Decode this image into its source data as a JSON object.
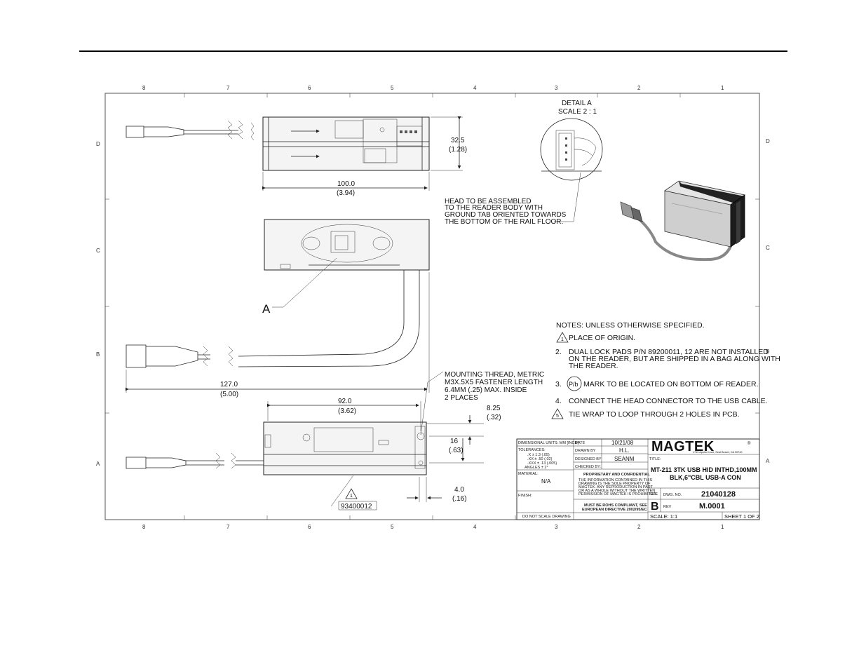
{
  "zones": {
    "columns": [
      "8",
      "7",
      "6",
      "5",
      "4",
      "3",
      "2",
      "1"
    ],
    "rows": [
      "D",
      "C",
      "B",
      "A"
    ]
  },
  "detail": {
    "title": "DETAIL A",
    "scale": "SCALE 2 : 1"
  },
  "dims": {
    "height": "32.5",
    "height_in": "(1.28)",
    "length": "100.0",
    "length_in": "(3.94)",
    "cable": "127.0",
    "cable_in": "(5.00)",
    "spacing": "92.0",
    "spacing_in": "(3.62)",
    "edge": "8.25",
    "edge_in": "(.32)",
    "hole": "16",
    "hole_in": "(.63)",
    "thick": "4.0",
    "thick_in": "(.16)"
  },
  "callouts": {
    "head": [
      "HEAD TO BE ASSEMBLED",
      "TO THE READER BODY WITH",
      "GROUND TAB ORIENTED TOWARDS",
      "THE BOTTOM OF THE RAIL FLOOR."
    ],
    "mounting": [
      "MOUNTING THREAD, METRIC",
      "M3X.5X5 FASTENER LENGTH",
      "6.4MM (.25) MAX. INSIDE",
      "2 PLACES"
    ],
    "detail_letter": "A",
    "part_number": "93400012",
    "origin_flag": "1"
  },
  "notes": {
    "header": "NOTES: UNLESS OTHERWISE SPECIFIED.",
    "n1_flag": "1",
    "n1": "PLACE OF ORIGIN.",
    "n2_num": "2.",
    "n2": [
      "DUAL LOCK PADS P/N 89200011, 12 ARE NOT INSTALLED",
      "ON THE READER, BUT ARE SHIPPED IN A BAG ALONG WITH",
      "THE READER."
    ],
    "n3_num": "3.",
    "n3_mark": "P/b",
    "n3": "MARK TO BE LOCATED ON BOTTOM OF READER.",
    "n4_num": "4.",
    "n4": "CONNECT THE HEAD CONNECTOR TO THE USB CABLE.",
    "n5_flag": "5",
    "n5": "TIE WRAP TO LOOP THROUGH 2 HOLES IN PCB."
  },
  "title_block": {
    "dimensional_units": "DIMENSIONAL UNITS: MM [INCH]",
    "tolerances": "TOLERANCES:",
    "tol_x": ".X    ± 1.3 (.05)",
    "tol_xx": ".XX  ± .50 (.02)",
    "tol_xxx": ".XXX ± .13 (.005)",
    "angles": "ANGLES ± 2°",
    "material_label": "MATERIAL:",
    "material": "N/A",
    "finish_label": "FINISH:",
    "do_not_scale": "DO NOT SCALE DRAWING",
    "date_label": "DATE",
    "date": "10/21/08",
    "drawn_label": "DRAWN BY",
    "drawn": "H.L.",
    "designed_label": "DESIGNED BY",
    "designed": "SEANM",
    "checked_label": "CHECKED BY:",
    "proprietary": "PROPRIETARY AND CONFIDENTIAL",
    "prop_text": [
      "THE INFORMATION CONTAINED IN THIS",
      "DRAWING IS THE SOLE PROPERTY OF",
      "MAGTEK. ANY REPRODUCTION IN PART",
      "OR AS A WHOLE WITHOUT THE WRITTEN",
      "PERMISSION OF MAGTEK IS PROHIBITED."
    ],
    "rohs": [
      "MUST BE ROHS COMPLIANT, SEE",
      "EUROPEAN DIRECTIVE 2002/95/EC"
    ],
    "company": "MAGTEK",
    "registered": "®",
    "address": "1710 Apollo Court, Seal Beach, CA 90740",
    "title_label": "TITLE:",
    "title_line1": "MT-211 3TK USB HID INTHD,100MM",
    "title_line2": "BLK,6\"CBL USB-A CON",
    "size_label": "SIZE",
    "size": "B",
    "dwg_label": "DWG.  NO.",
    "dwg_no": "21040128",
    "rev_label": "REV",
    "rev": "M.0001",
    "scale": "SCALE: 1:1",
    "sheet": "SHEET 1 OF 2"
  },
  "colors": {
    "line": "#222222",
    "border": "#555555",
    "device_dark": "#2a2a2a",
    "device_light": "#cfcfcf"
  }
}
